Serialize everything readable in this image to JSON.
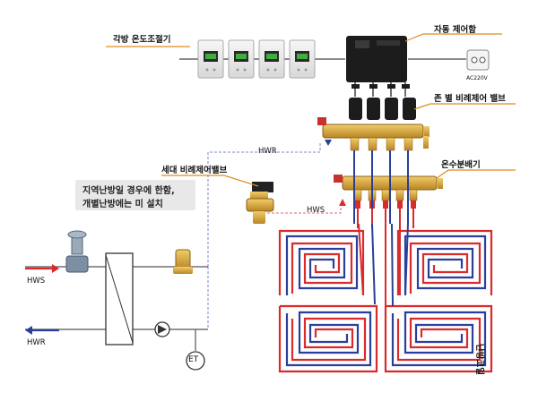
{
  "labels": {
    "thermostats": "각방 온도조절기",
    "auto_controller": "자동 제어함",
    "zone_valves": "존 별 비례제어 밸브",
    "household_valve": "세대 비례제어밸브",
    "manifold": "온수분배기",
    "heating_coil": "난방코일",
    "ac_power": "AC220V",
    "hwr_pipe": "HWR",
    "hws_pipe": "HWS",
    "hws_left": "HWS",
    "hwr_left": "HWR",
    "et": "ET"
  },
  "note": {
    "line1": "지역난방일 경우에 한함,",
    "line2": "개별난방에는 미 설치"
  },
  "colors": {
    "supply": "#d92b2b",
    "return": "#2a3f9b",
    "leader": "#e08a1e",
    "dashed": "#e06a6a",
    "brass": "#d9a43a",
    "controller": "#1c1c1c"
  }
}
